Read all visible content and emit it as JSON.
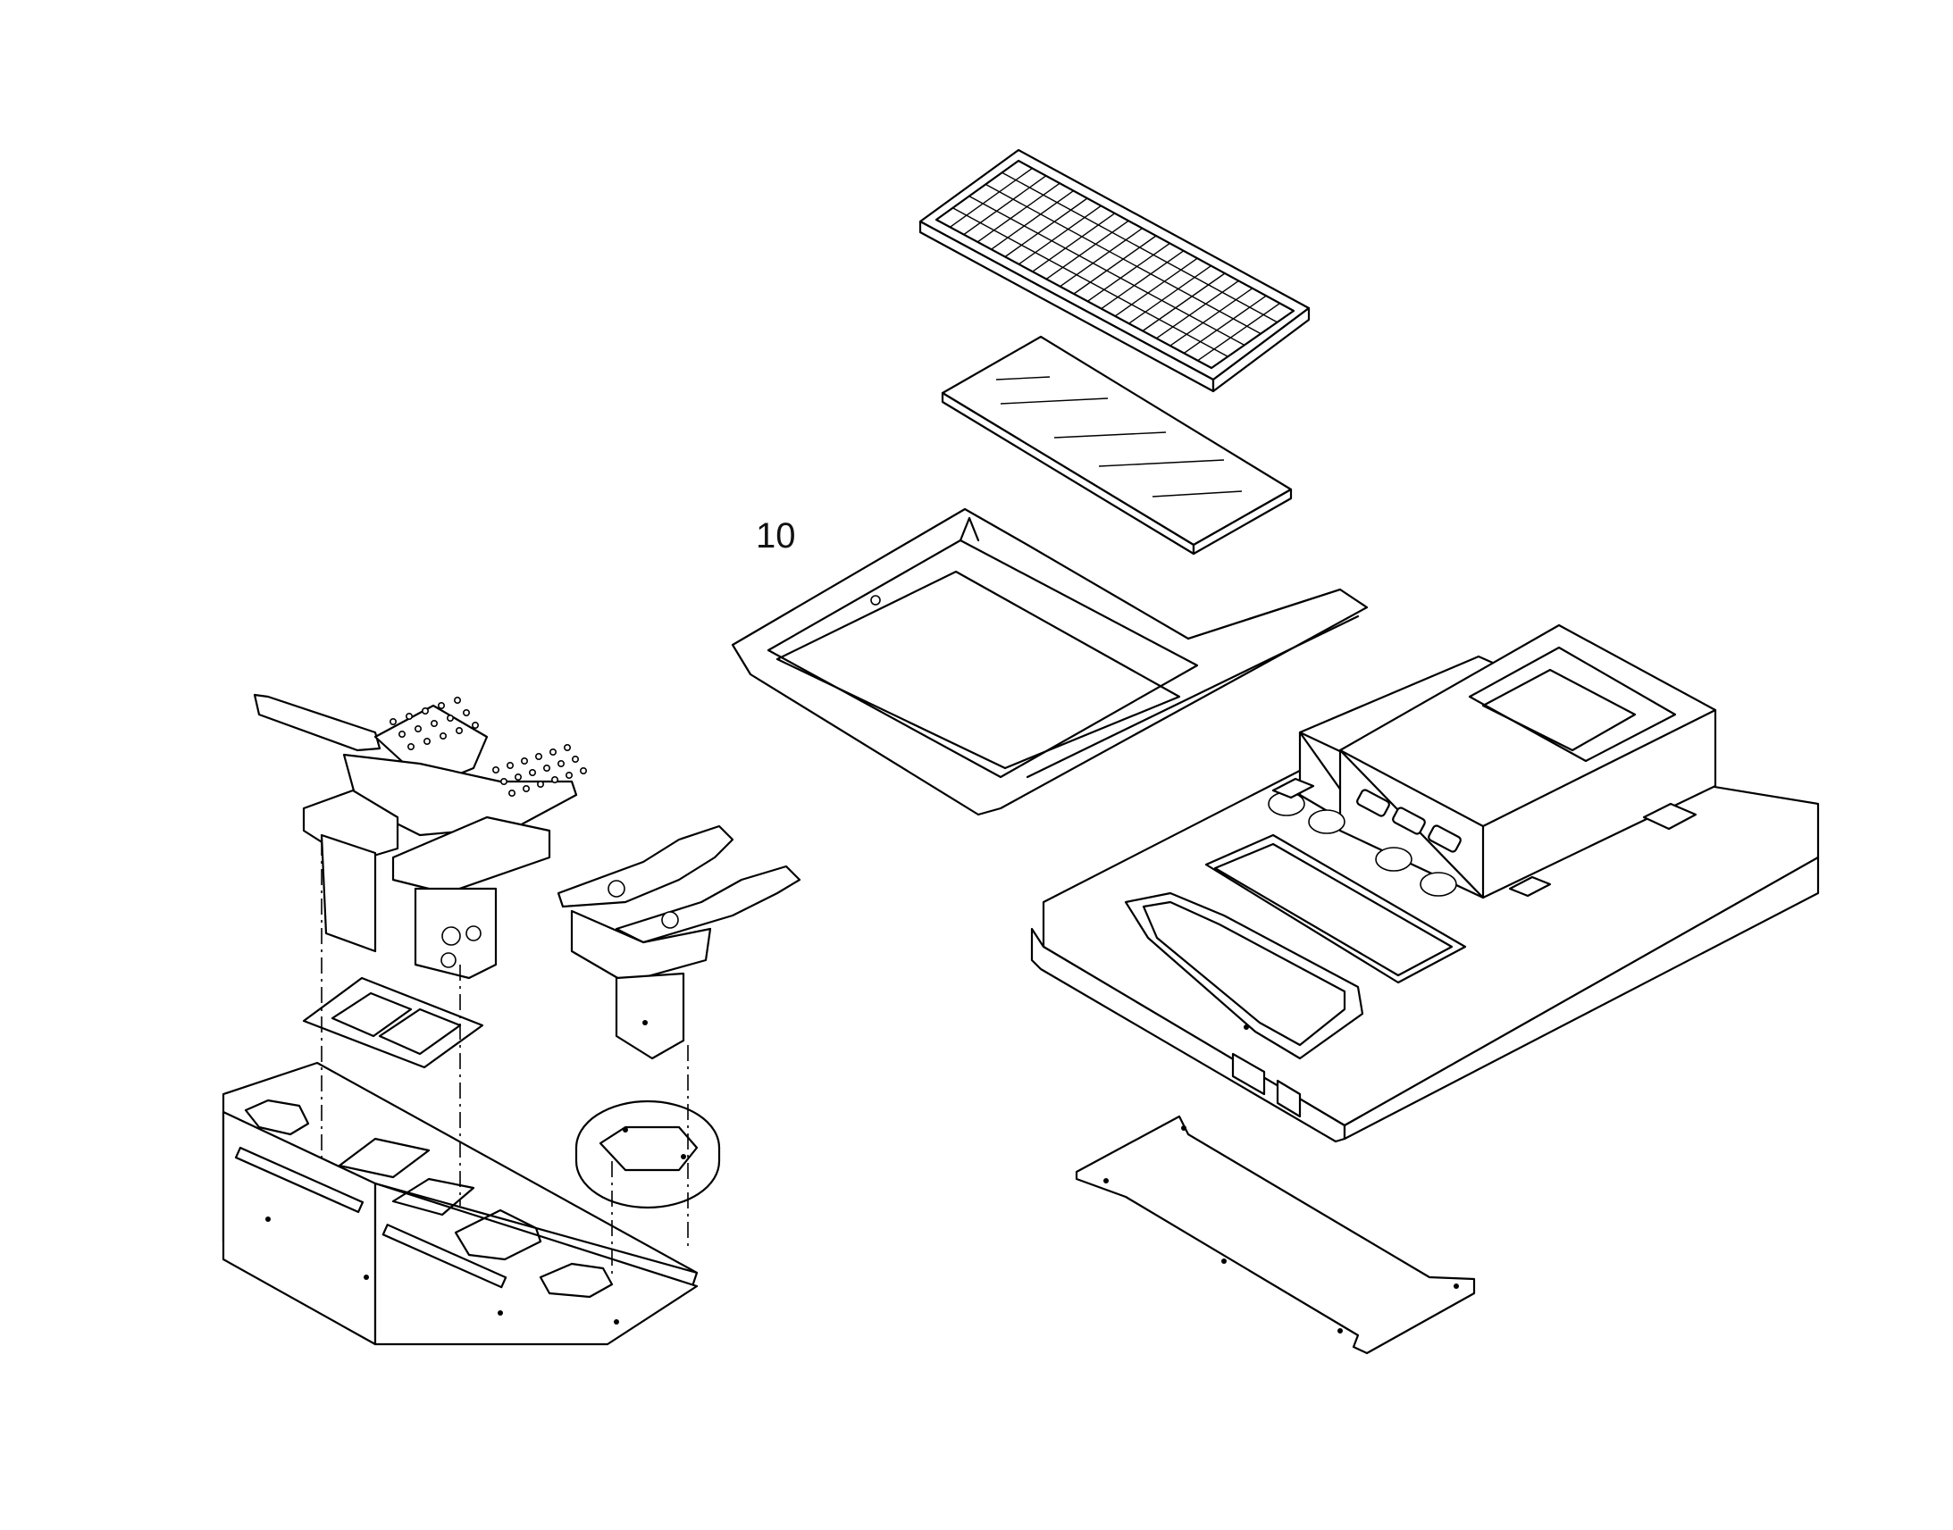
{
  "diagram": {
    "type": "exploded-parts-view",
    "callouts": [
      {
        "label": "10"
      }
    ],
    "parts": [
      "grille",
      "glass-panel",
      "tray-frame",
      "base-housing",
      "bottom-plate",
      "left-pedal-assembly",
      "right-pedal-assembly",
      "pedal-mount-bracket",
      "round-mounting-ring",
      "pedal-base-plate"
    ]
  }
}
